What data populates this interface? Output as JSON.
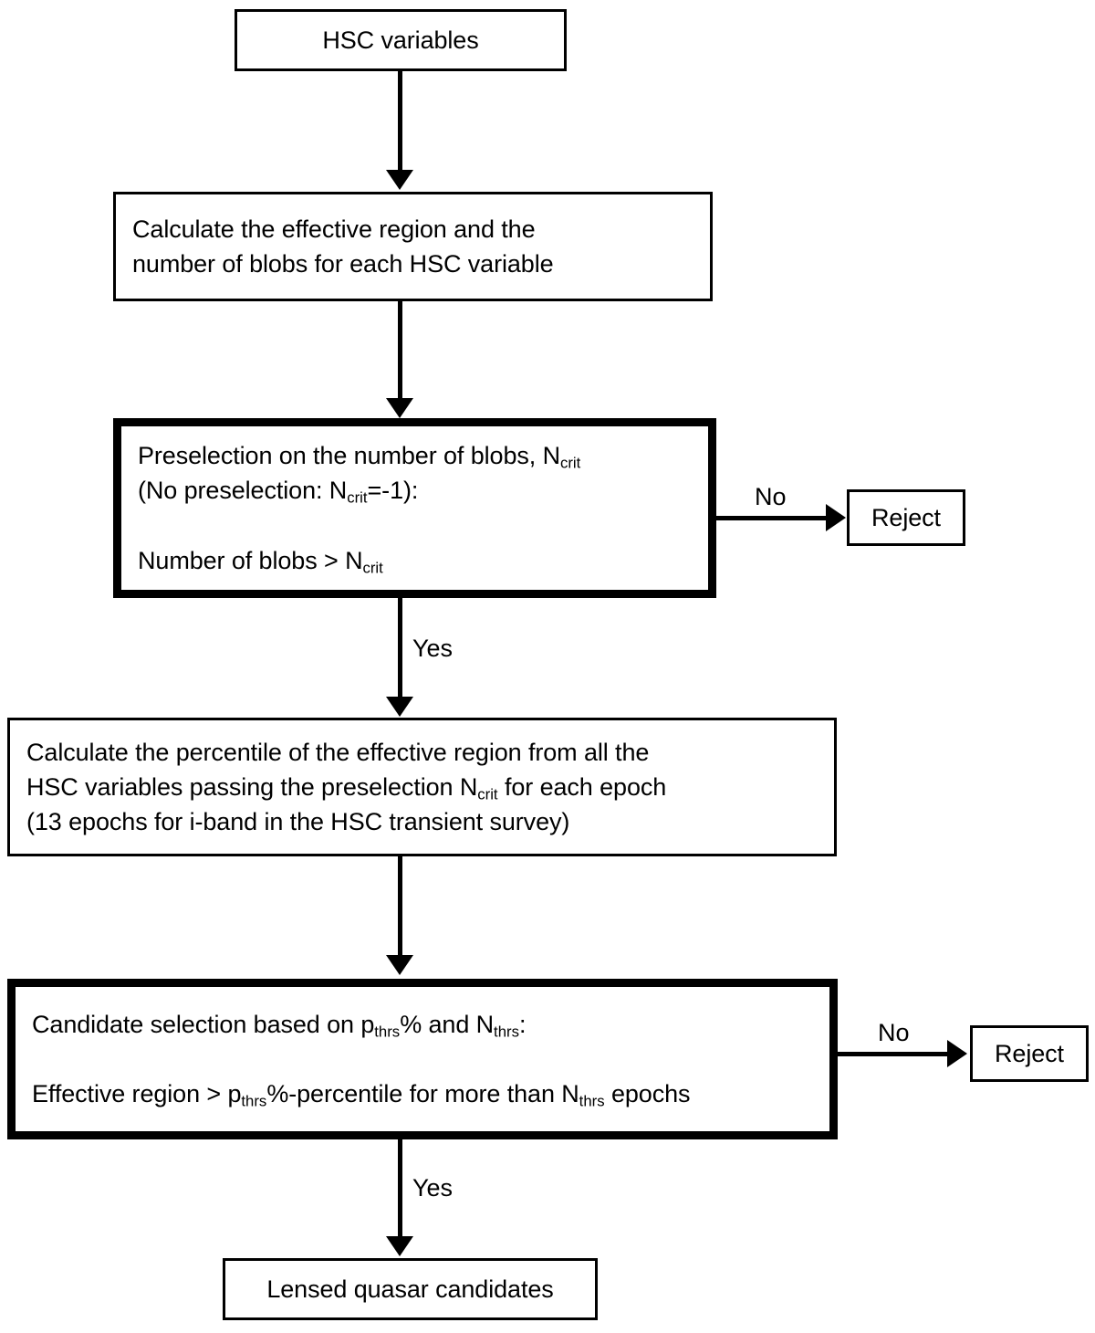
{
  "diagram": {
    "title": "HSC lensed quasar candidate selection flowchart",
    "colors": {
      "line": "#000000",
      "box_fill": "#ffffff",
      "text": "#000000"
    },
    "nodes": {
      "start": {
        "label": "HSC variables",
        "shape": "rectangle",
        "border": "thin"
      },
      "calculate_region": {
        "line1": "Calculate the effective region and the",
        "line2": "number of blobs for each HSC variable",
        "shape": "rectangle",
        "border": "thin"
      },
      "preselection": {
        "line1_a": "Preselection on the number of blobs, N",
        "line1_sub": "crit",
        "line2_a": "(No preselection: N",
        "line2_sub": "crit",
        "line2_b": "=-1):",
        "line3_a": "Number of blobs > N",
        "line3_sub": "crit",
        "shape": "rectangle",
        "border": "thick"
      },
      "percentile": {
        "line1": "Calculate the percentile of the effective region from all the",
        "line2_a": "HSC variables passing the preselection N",
        "line2_sub": "crit",
        "line2_b": " for each epoch",
        "line3": "(13 epochs for i-band in the HSC transient survey)",
        "shape": "rectangle",
        "border": "thin"
      },
      "candidate_selection": {
        "line1_a": "Candidate selection based on p",
        "line1_sub1": "thrs",
        "line1_b": "% and N",
        "line1_sub2": "thrs",
        "line1_c": ":",
        "line2_a": "Effective region > p",
        "line2_sub1": "thrs",
        "line2_b": "%-percentile for more than N",
        "line2_sub2": "thrs",
        "line2_c": " epochs",
        "shape": "rectangle",
        "border": "thick"
      },
      "reject_top": {
        "label": "Reject",
        "shape": "rectangle",
        "border": "thin"
      },
      "reject_bottom": {
        "label": "Reject",
        "shape": "rectangle",
        "border": "thin"
      },
      "result": {
        "label": "Lensed quasar candidates",
        "shape": "rectangle",
        "border": "thin"
      }
    },
    "edges": {
      "start_to_calculate": {
        "label": ""
      },
      "calculate_to_preselection": {
        "label": ""
      },
      "preselection_no": {
        "label": "No"
      },
      "preselection_yes": {
        "label": "Yes"
      },
      "percentile_to_candidate": {
        "label": ""
      },
      "candidate_no": {
        "label": "No"
      },
      "candidate_yes": {
        "label": "Yes"
      }
    }
  }
}
